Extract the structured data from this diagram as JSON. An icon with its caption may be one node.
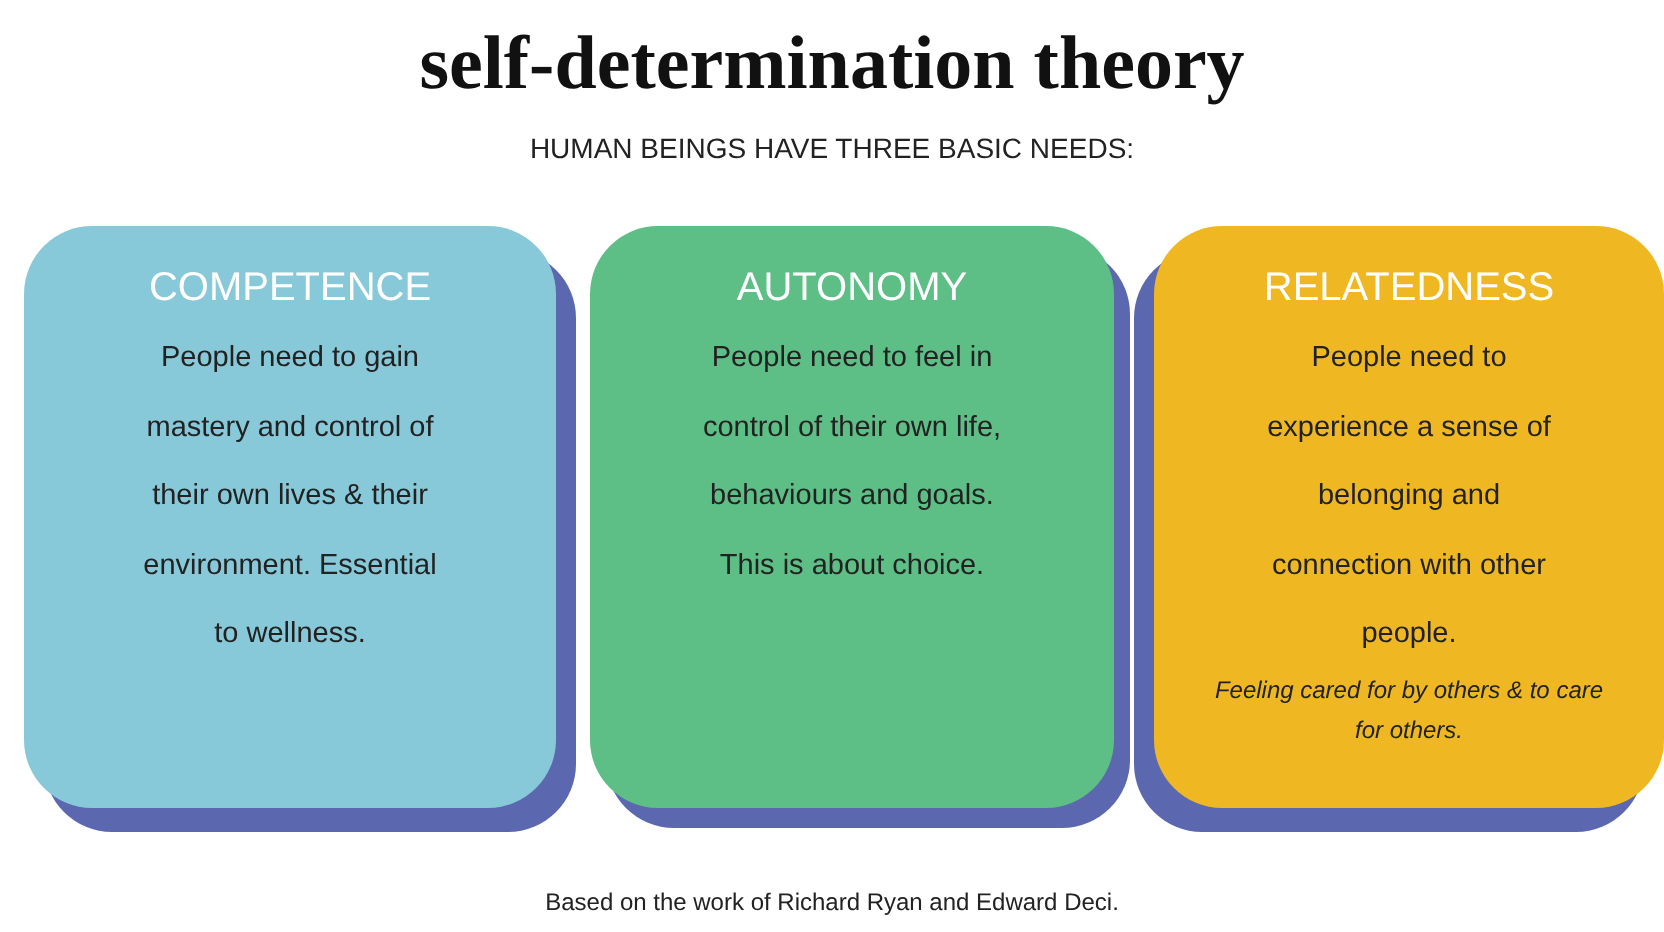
{
  "diagram": {
    "title": "self-determination theory",
    "nodes": [
      {
        "text": [
          "COMPETENCE",
          "People need to gain mastery and control of their own lives & their environment. Essential to wellness."
        ]
      },
      {
        "text": [
          "AUTONOMY",
          "People need to feel in control of their own life, behaviours and goals. This is about choice."
        ]
      },
      {
        "text": [
          "RELATEDNESS",
          "People need to experience a sense of belonging and connection with other people.",
          "Feeling cared for by others & to care for others."
        ]
      }
    ],
    "labels": [
      "HUMAN BEINGS HAVE THREE BASIC NEEDS:",
      "Based on the work of Richard Ryan and Edward Deci."
    ]
  }
}
